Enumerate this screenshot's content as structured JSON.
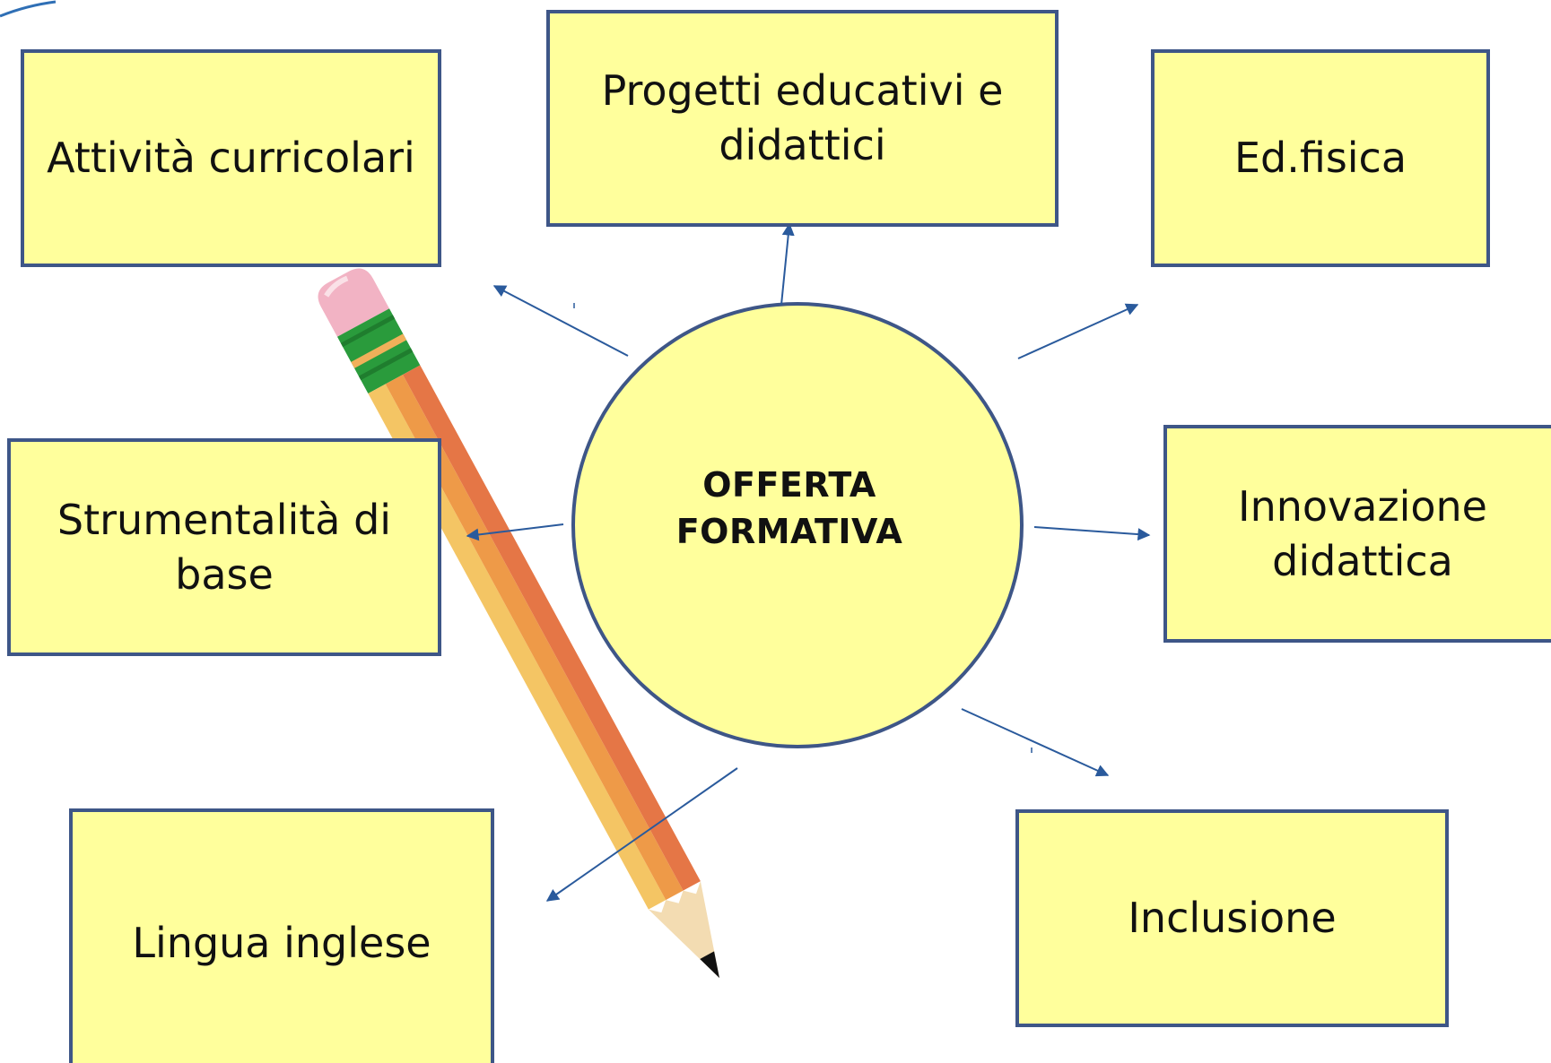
{
  "diagram": {
    "center": {
      "label": "OFFERTA FORMATIVA",
      "fill": "#ffff9c",
      "stroke": "#3e5687"
    },
    "boxes": {
      "attivita": "Attività curricolari",
      "progetti": "Progetti educativi e didattici",
      "edfisica": "Ed.fisica",
      "strumentalita": "Strumentalità di base",
      "innovazione": "Innovazione didattica",
      "lingua": "Lingua inglese",
      "inclusione": "Inclusione"
    },
    "colors": {
      "box_fill": "#ffff9c",
      "box_border": "#3e5687",
      "arrow": "#2a5a9c"
    },
    "decoration": "pencil-illustration"
  }
}
